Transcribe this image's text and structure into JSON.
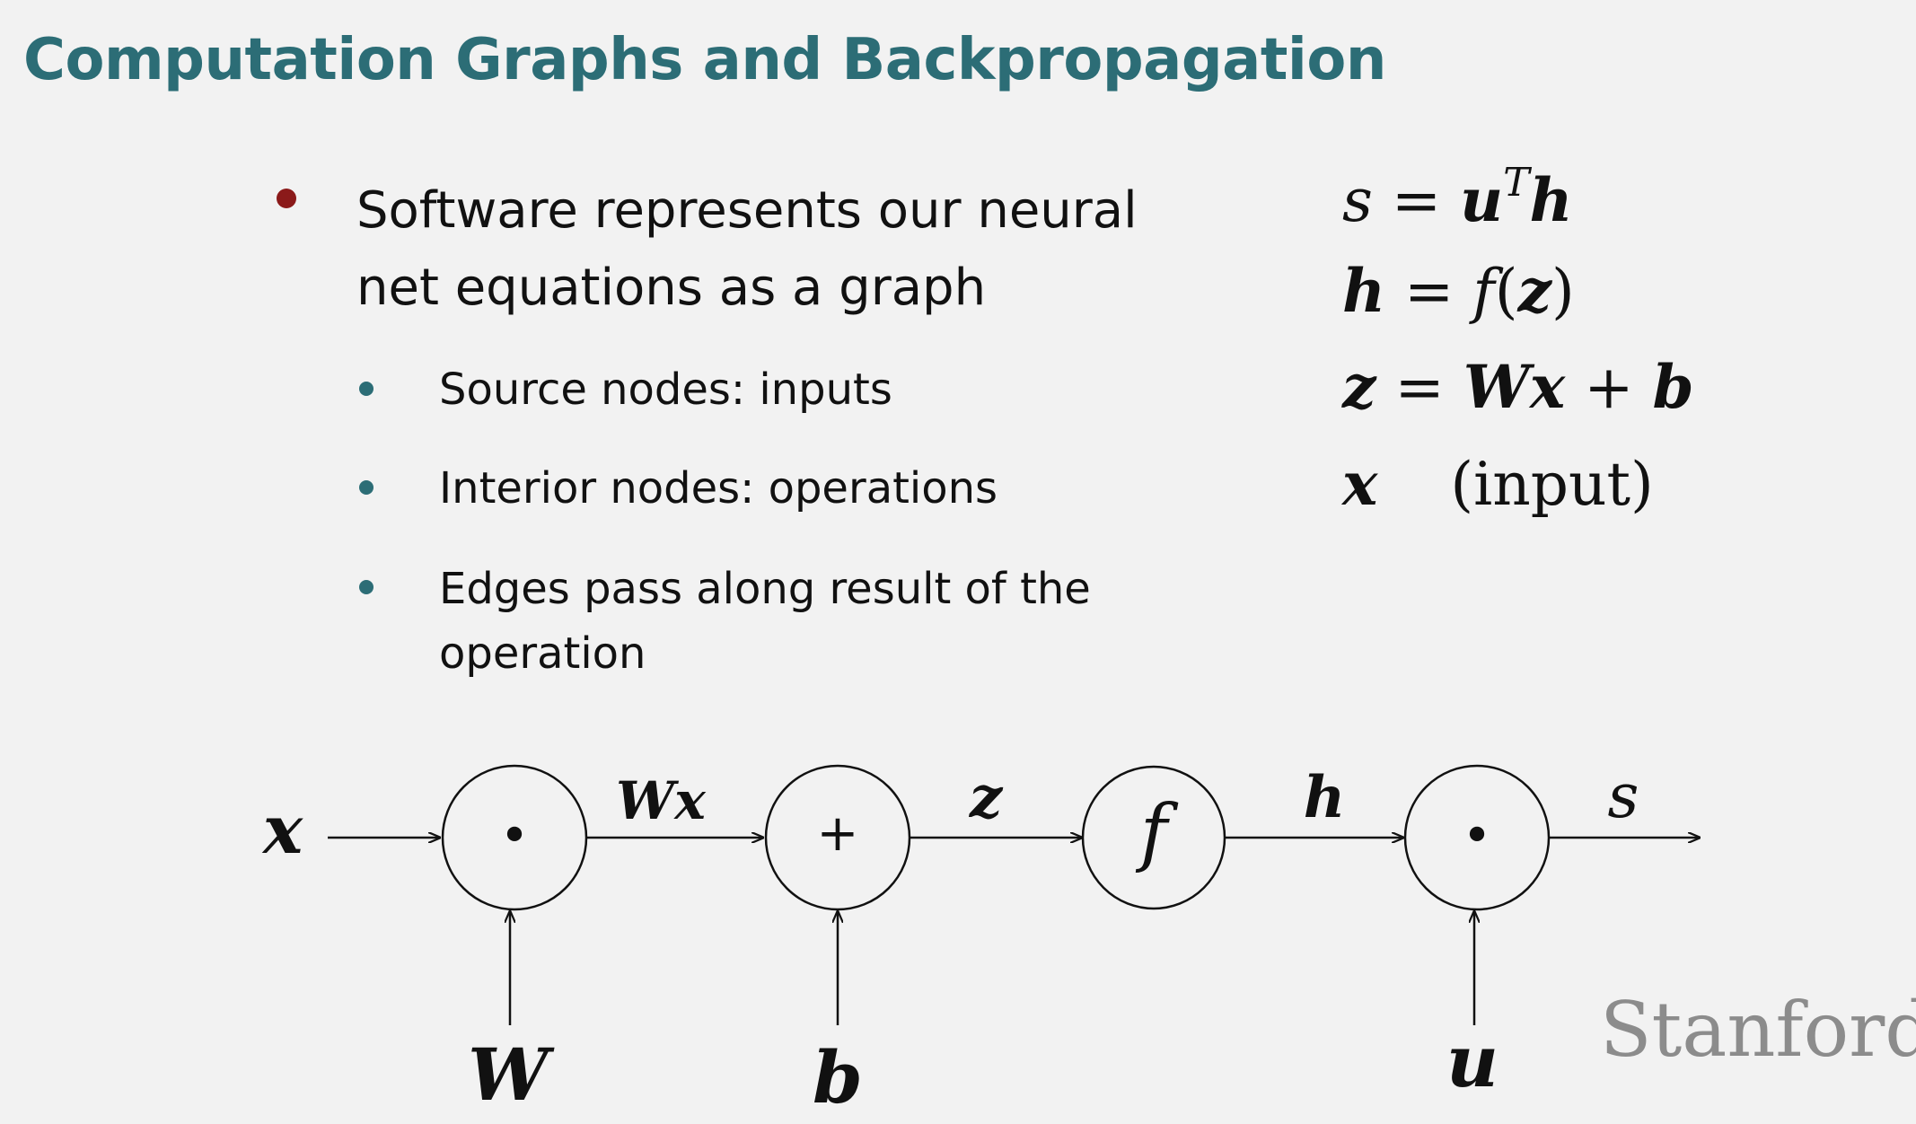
{
  "slide": {
    "title": "Computation Graphs and Backpropagation",
    "bullet_main": "Software represents our neural net equations as a graph",
    "sub_bullets": [
      "Source nodes: inputs",
      "Interior nodes: operations",
      "Edges pass along result of the operation"
    ],
    "equations": [
      {
        "lhs": "s",
        "rel": "=",
        "rhs_a": "u",
        "sup": "T",
        "rhs_b": "h"
      },
      {
        "lhs": "h",
        "rel": "=",
        "fn": "f",
        "lp": "(",
        "arg": "z",
        "rp": ")"
      },
      {
        "lhs": "z",
        "rel": "=",
        "w": "W",
        "x": "x",
        "plus": "+",
        "b": "b"
      },
      {
        "lhs": "x",
        "note": "(input)"
      }
    ],
    "graph": {
      "input_x": "x",
      "node1_op": "•",
      "edge1_label": "Wx",
      "node2_op": "+",
      "edge2_label": "z",
      "node3_op": "f",
      "edge3_label": "h",
      "node4_op": "•",
      "edge4_label": "s",
      "bottom_W": "W",
      "bottom_b": "b",
      "bottom_u": "u"
    },
    "logo": "Stanford"
  },
  "colors": {
    "title": "#2c6d76",
    "bullet_main_dot": "#8b1a1a",
    "bullet_sub_dot": "#2c6d76",
    "logo": "#8c8c8c"
  }
}
